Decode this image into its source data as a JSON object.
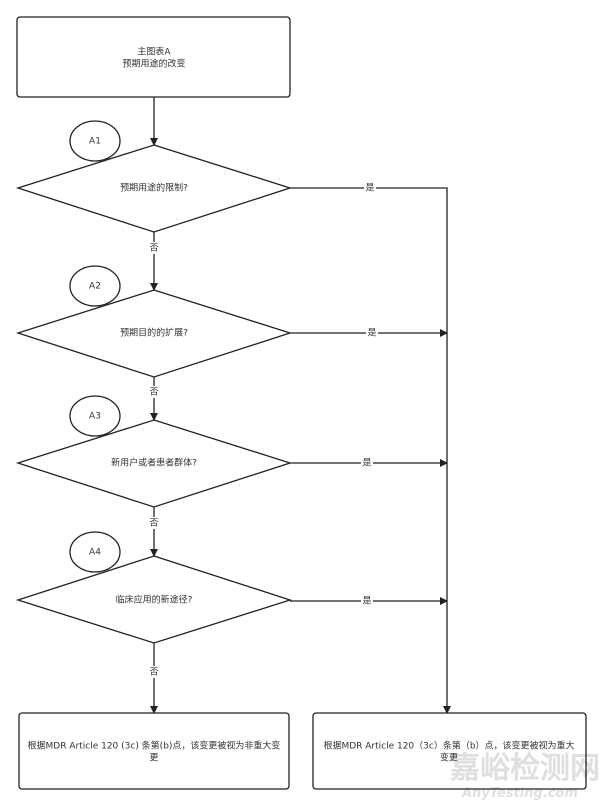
{
  "start": {
    "line1": "主图表A",
    "line2": "预期用途的改变"
  },
  "decisions": [
    {
      "tag": "A1",
      "question": "预期用途的限制?"
    },
    {
      "tag": "A2",
      "question": "预期目的的扩展?"
    },
    {
      "tag": "A3",
      "question": "新用户或者患者群体?"
    },
    {
      "tag": "A4",
      "question": "临床应用的新途径?"
    }
  ],
  "labels": {
    "yes": "是",
    "no": "否"
  },
  "outcomes": {
    "non_significant": {
      "line1": "根据MDR Article 120 (3c) 条第(b)点，该变更被视为非重大变",
      "line2": "更"
    },
    "significant": {
      "line1": "根据MDR Article 120（3c）条第（b）点，该变更被视为重大",
      "line2": "变更"
    }
  },
  "watermark": {
    "cn": "嘉峪检测网",
    "en": "AnyTesting.com"
  }
}
